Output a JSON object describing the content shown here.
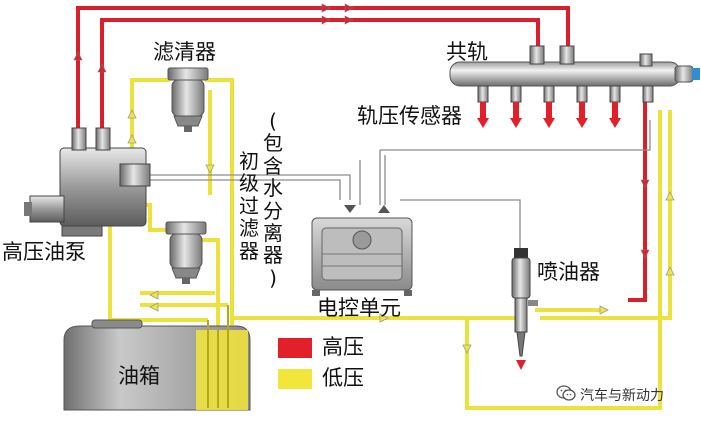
{
  "labels": {
    "filter": "滤清器",
    "rail": "共轨",
    "rail_sensor": "轨压传感器",
    "pump": "高压油泵",
    "ecu": "电控单元",
    "injector": "喷油器",
    "tank": "油箱",
    "prefilter_chars": [
      "(",
      "包",
      "含",
      "水",
      "分",
      "离",
      "器",
      ")"
    ],
    "prefilter_title_chars": [
      "初",
      "级",
      "过",
      "滤",
      "器"
    ]
  },
  "legend": {
    "high": "高压",
    "low": "低压",
    "high_color": "#e2202a",
    "low_color": "#f3e63a"
  },
  "colors": {
    "high_line": "#d81f2a",
    "low_line": "#ece23c",
    "signal_line": "#8c8c8c"
  },
  "watermark": "汽车与新动力",
  "icons": [
    "wechat-icon"
  ]
}
